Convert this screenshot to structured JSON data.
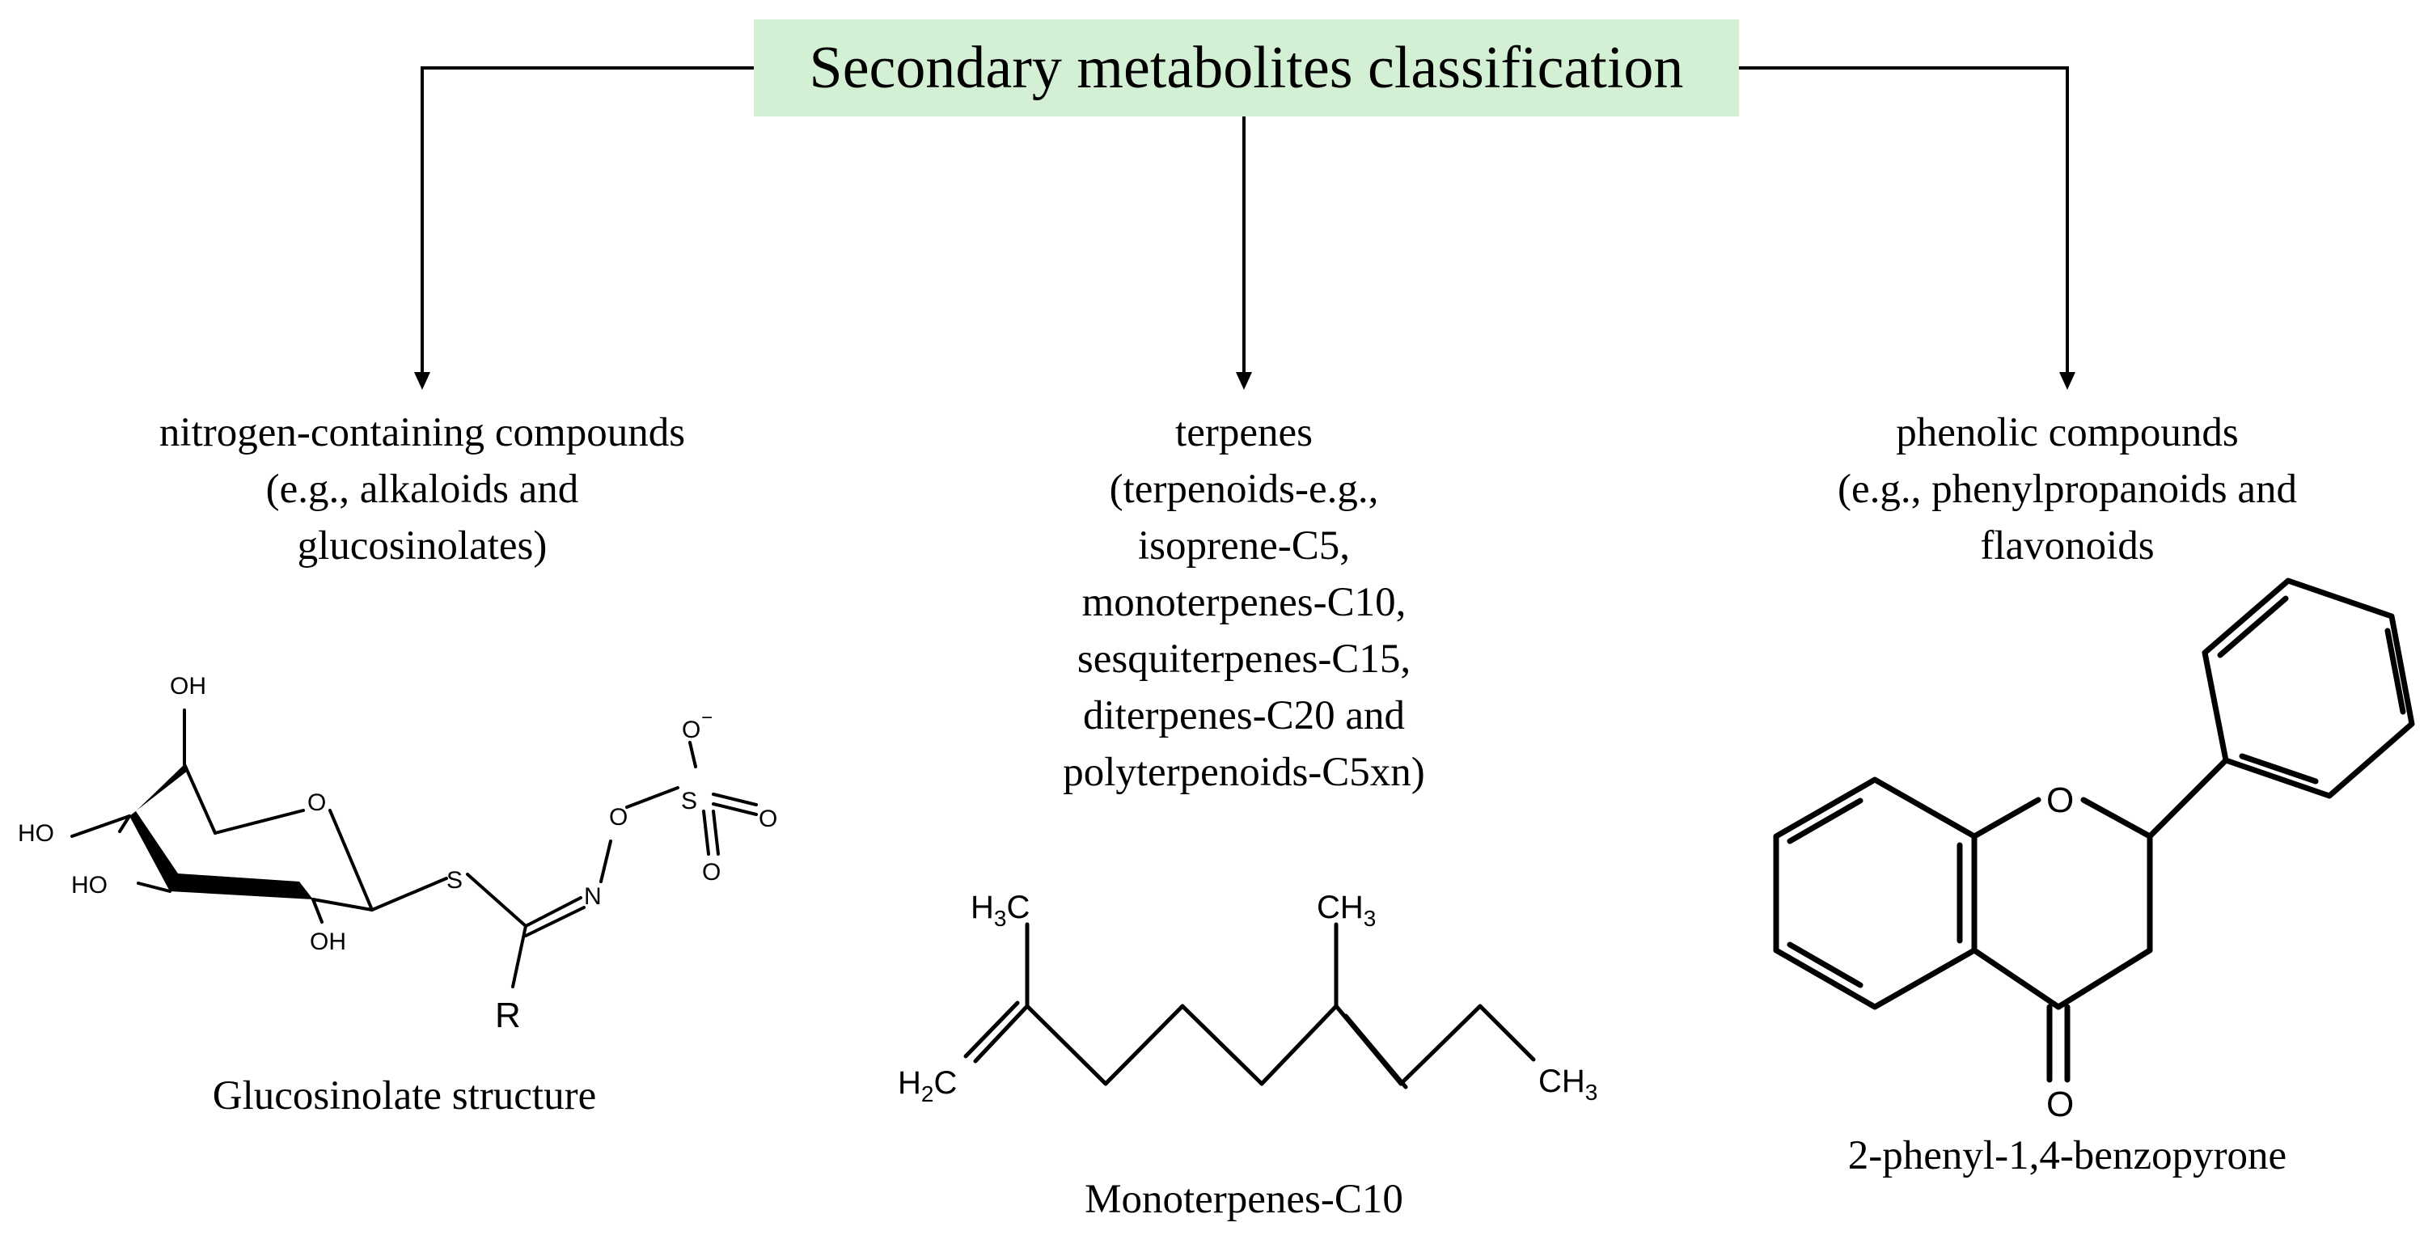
{
  "title": "Secondary metabolites classification",
  "categories": [
    {
      "lines": [
        "nitrogen-containing compounds",
        "(e.g., alkaloids and",
        "glucosinolates)"
      ],
      "structure_caption": "Glucosinolate structure"
    },
    {
      "lines": [
        "terpenes",
        "(terpenoids-e.g.,",
        "isoprene-C5,",
        "monoterpenes-C10,",
        "sesquiterpenes-C15,",
        "diterpenes-C20 and",
        "polyterpenoids-C5xn)"
      ],
      "structure_caption": "Monoterpenes-C10"
    },
    {
      "lines": [
        "phenolic compounds",
        "(e.g., phenylpropanoids and",
        "flavonoids"
      ],
      "structure_caption": "2-phenyl-1,4-benzopyrone"
    }
  ],
  "atom_labels": {
    "glucosinolate": {
      "oh1": "OH",
      "oh2": "HO",
      "oh3": "HO",
      "oh4": "OH",
      "o_ring": "O",
      "s": "S",
      "n": "N",
      "o_link": "O",
      "s_sulfo": "S",
      "o_minus": "O",
      "minus": "−",
      "o_right": "O",
      "o_down": "O",
      "r": "R"
    },
    "monoterpene": {
      "h3c_h": "H",
      "h3c_3": "3",
      "h3c_c": "C",
      "ch3_top_c": "CH",
      "ch3_top_3": "3",
      "h2c_h": "H",
      "h2c_2": "2",
      "h2c_c": "C",
      "ch3_end_c": "CH",
      "ch3_end_3": "3"
    },
    "flavanone": {
      "o_ring": "O",
      "o_carbonyl": "O"
    }
  }
}
